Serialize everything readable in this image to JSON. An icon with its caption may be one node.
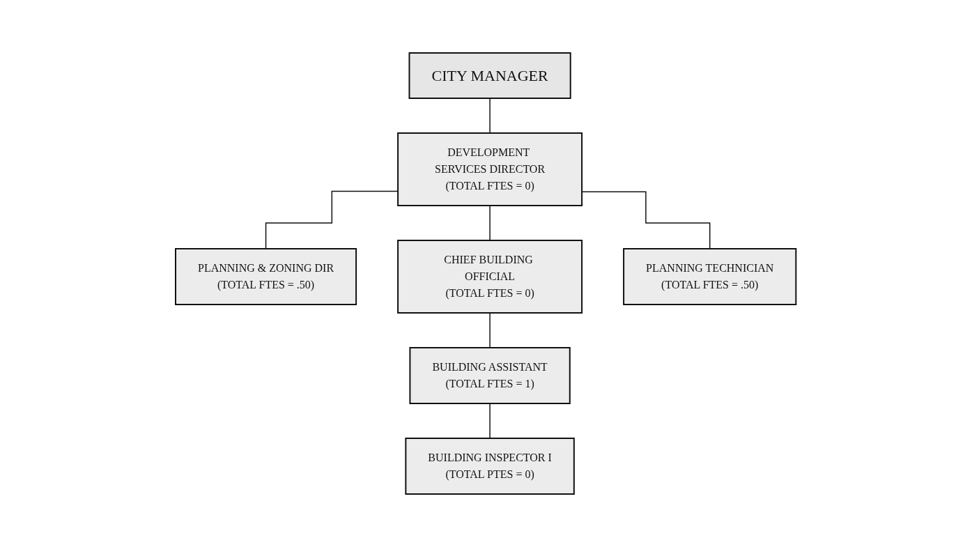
{
  "diagram": {
    "nodes": [
      {
        "text": [
          "CITY MANAGER"
        ]
      },
      {
        "text": [
          "DEVELOPMENT SERVICES DIRECTOR",
          "(TOTAL FTES = 0)"
        ]
      },
      {
        "text": [
          "PLANNING & ZONING DIR",
          "(TOTAL FTES = .50)"
        ]
      },
      {
        "text": [
          "CHIEF BUILDING OFFICIAL",
          "(TOTAL FTES = 0)"
        ]
      },
      {
        "text": [
          "PLANNING TECHNICIAN",
          "(TOTAL FTES = .50)"
        ]
      },
      {
        "text": [
          "BUILDING ASSISTANT",
          "(TOTAL FTES = 1)"
        ]
      },
      {
        "text": [
          "BUILDING INSPECTOR I",
          "(TOTAL PTES = 0)"
        ]
      }
    ],
    "edges": [
      {
        "from": 0,
        "to": 1,
        "arrow": "none"
      },
      {
        "from": 1,
        "to": 2,
        "arrow": "none"
      },
      {
        "from": 1,
        "to": 3,
        "arrow": "none"
      },
      {
        "from": 1,
        "to": 4,
        "arrow": "none"
      },
      {
        "from": 3,
        "to": 5,
        "arrow": "none"
      },
      {
        "from": 5,
        "to": 6,
        "arrow": "none"
      }
    ]
  }
}
